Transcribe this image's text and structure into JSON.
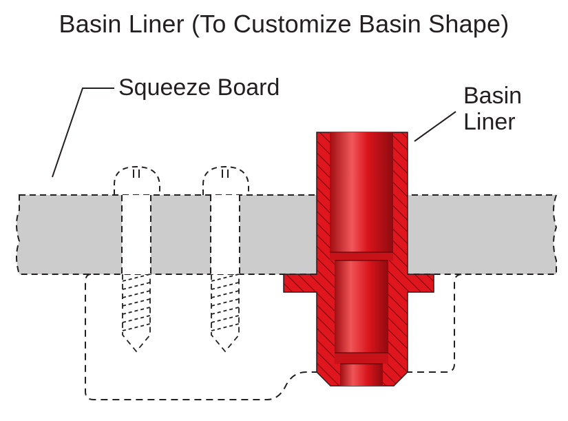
{
  "title": "Basin Liner (To Customize Basin Shape)",
  "labels": {
    "squeeze_board": "Squeeze Board",
    "basin_liner_line1": "Basin",
    "basin_liner_line2": "Liner"
  },
  "colors": {
    "board_fill": "#cccccc",
    "liner_red": "#e0161e",
    "liner_dark": "#9e0e12",
    "liner_highlight": "#f46a6c",
    "line": "#231f20"
  }
}
